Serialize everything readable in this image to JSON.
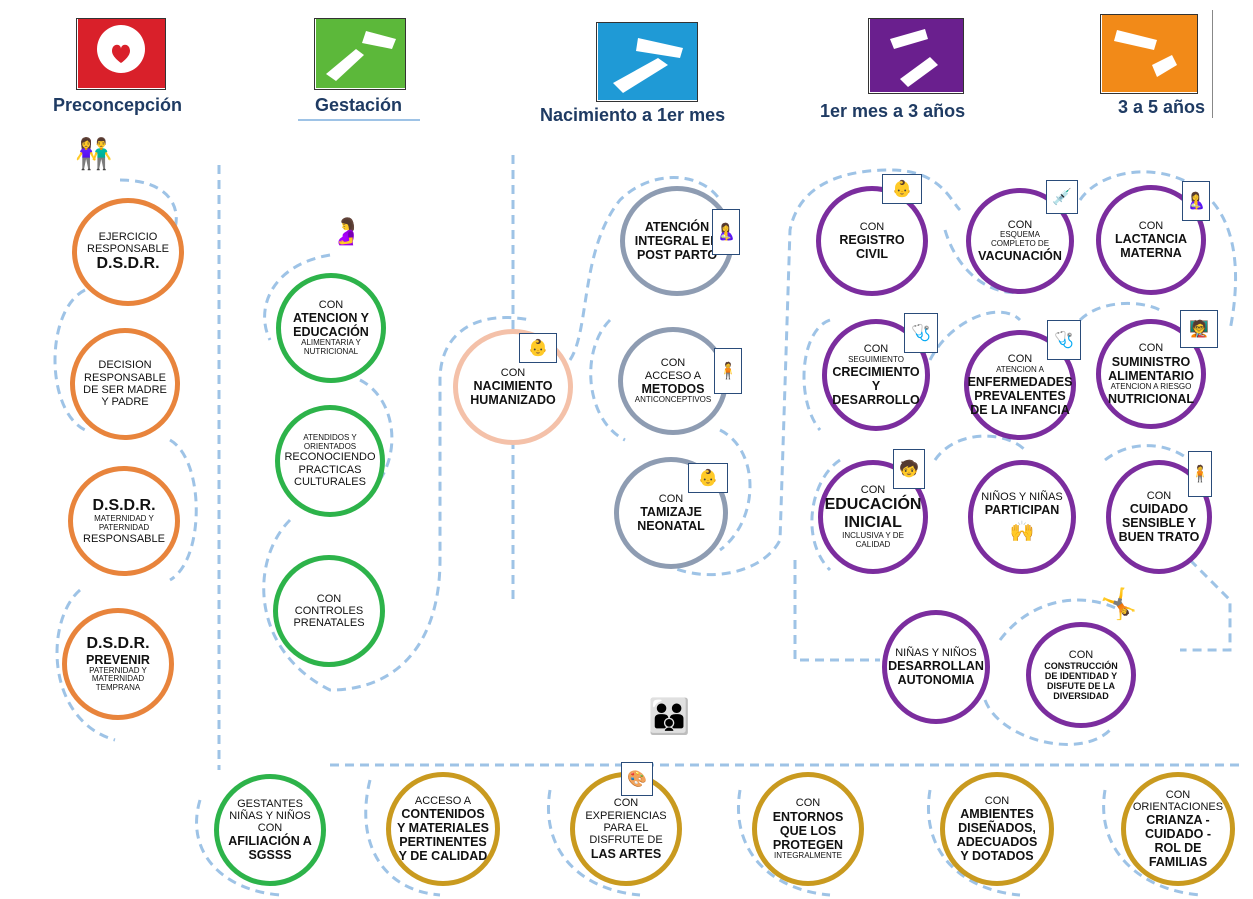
{
  "stages": [
    {
      "label": "Preconcepción",
      "color": "#d9202a"
    },
    {
      "label": "Gestación",
      "color": "#5cb83a"
    },
    {
      "label": "Nacimiento a 1er mes",
      "color": "#1f9ad6"
    },
    {
      "label": "1er mes a 3 años",
      "color": "#6a1f8e"
    },
    {
      "label": "3 a 5 años",
      "color": "#f28a18"
    }
  ],
  "preconcepcion": [
    {
      "l1": "EJERCICIO RESPONSABLE",
      "l2": "D.S.D.R."
    },
    {
      "l1": "DECISION RESPONSABLE",
      "l2": "DE SER MADRE Y PADRE"
    },
    {
      "l1": "D.S.D.R.",
      "l2": "MATERNIDAD Y PATERNIDAD",
      "l3": "RESPONSABLE"
    },
    {
      "l1": "D.S.D.R.",
      "l2": "PREVENIR",
      "l3": "PATERNIDAD Y MATERNIDAD TEMPRANA"
    }
  ],
  "gestacion": [
    {
      "l1": "CON",
      "l2": "ATENCION Y EDUCACIÓN",
      "l3": "ALIMENTARIA Y NUTRICIONAL"
    },
    {
      "l1": "ATENDIDOS Y ORIENTADOS",
      "l2": "RECONOCIENDO PRACTICAS CULTURALES"
    },
    {
      "l1": "CON",
      "l2": "CONTROLES PRENATALES"
    }
  ],
  "nacimiento": [
    {
      "l1": "CON",
      "l2": "NACIMIENTO HUMANIZADO"
    },
    {
      "l1": "ATENCIÓN INTEGRAL EN",
      "l2": "POST PARTO"
    },
    {
      "l1": "CON",
      "l2": "ACCESO A",
      "l3": "METODOS",
      "l4": "ANTICONCEPTIVOS"
    },
    {
      "l1": "CON",
      "l2": "TAMIZAJE NEONATAL"
    }
  ],
  "primer_mes": [
    {
      "l1": "CON",
      "l2": "REGISTRO CIVIL"
    },
    {
      "l1": "CON",
      "l2": "ESQUEMA COMPLETO DE",
      "l3": "VACUNACIÓN"
    },
    {
      "l1": "CON",
      "l2": "LACTANCIA MATERNA"
    },
    {
      "l1": "CON",
      "l2": "SEGUIMIENTO",
      "l3": "CRECIMIENTO Y DESARROLLO"
    },
    {
      "l1": "CON",
      "l2": "ATENCION A",
      "l3": "ENFERMEDADES PREVALENTES DE LA INFANCIA"
    },
    {
      "l1": "CON",
      "l2": "SUMINISTRO ALIMENTARIO",
      "l3": "ATENCION A RIESGO",
      "l4": "NUTRICIONAL"
    },
    {
      "l1": "CON",
      "l2": "EDUCACIÓN INICIAL",
      "l3": "INCLUSIVA Y DE CALIDAD"
    },
    {
      "l1": "NIÑOS Y NIÑAS",
      "l2": "PARTICIPAN"
    },
    {
      "l1": "CON",
      "l2": "CUIDADO SENSIBLE Y BUEN TRATO"
    },
    {
      "l1": "NIÑAS Y NIÑOS",
      "l2": "DESARROLLAN AUTONOMIA"
    },
    {
      "l1": "CON",
      "l2": "CONSTRUCCIÓN DE IDENTIDAD Y DISFUTE DE LA DIVERSIDAD"
    }
  ],
  "bottom": [
    {
      "l1": "GESTANTES NIÑAS Y NIÑOS CON",
      "l2": "AFILIACIÓN A SGSSS"
    },
    {
      "l1": "ACCESO A",
      "l2": "CONTENIDOS Y MATERIALES PERTINENTES Y DE CALIDAD"
    },
    {
      "l1": "CON",
      "l2": "EXPERIENCIAS PARA EL DISFRUTE DE",
      "l3": "LAS ARTES"
    },
    {
      "l1": "CON",
      "l2": "ENTORNOS QUE LOS PROTEGEN",
      "l3": "INTEGRALMENTE"
    },
    {
      "l1": "CON",
      "l2": "AMBIENTES DISEÑADOS, ADECUADOS Y DOTADOS"
    },
    {
      "l1": "CON",
      "l2": "ORIENTACIONES",
      "l3": "CRIANZA - CUIDADO - ROL DE FAMILIAS"
    }
  ]
}
